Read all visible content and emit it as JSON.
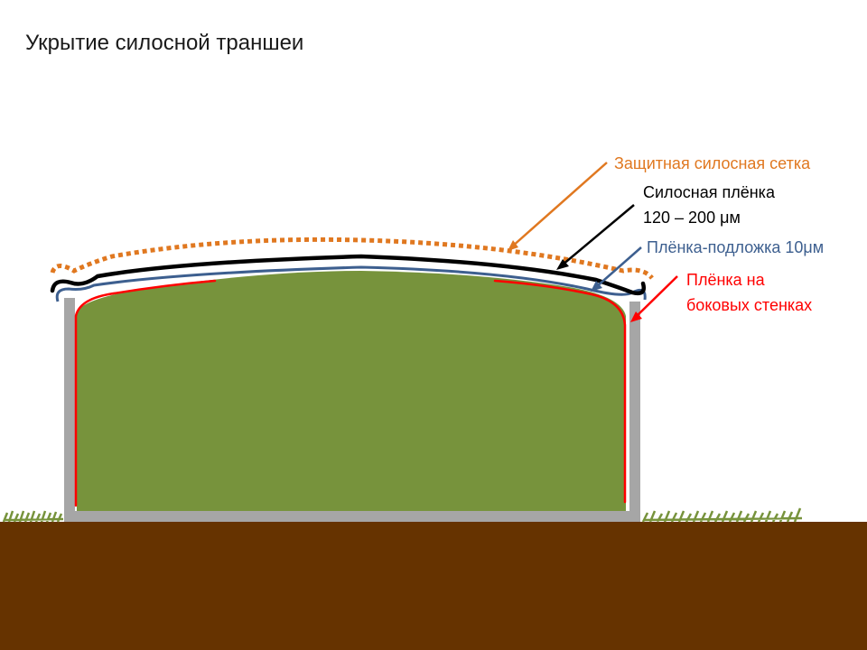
{
  "title": "Укрытие силосной траншеи",
  "labels": {
    "net": "Защитная силосная сетка",
    "film_line1": "Силосная плёнка",
    "film_line2": "120 – 200 μм",
    "underlay": "Плёнка-подложка 10μм",
    "side_line1": "Плёнка на",
    "side_line2": "боковых стенках"
  },
  "colors": {
    "net": "#e07820",
    "film": "#000000",
    "underlay": "#3d5f8f",
    "side": "#ff0000",
    "silage": "#77933c",
    "walls": "#a6a6a6",
    "soil": "#663300",
    "grass": "#77933c",
    "title": "#1a1a1a"
  }
}
